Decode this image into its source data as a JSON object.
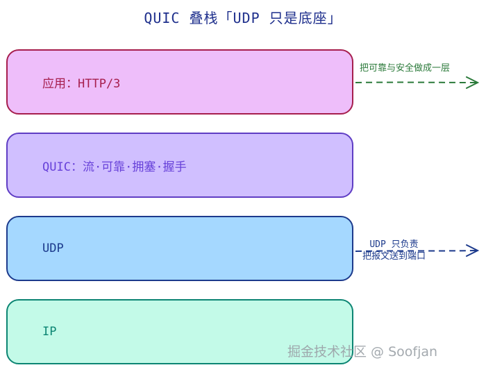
{
  "title": "QUIC 叠栈「UDP 只是底座」",
  "layers": [
    {
      "label": "应用：HTTP/3"
    },
    {
      "label": "QUIC：流·可靠·拥塞·握手"
    },
    {
      "label": "UDP"
    },
    {
      "label": "IP"
    }
  ],
  "notes": {
    "app": "把可靠与安全做成一层",
    "udp_line1": "UDP 只负责",
    "udp_line2": "把报文送到端口"
  },
  "watermark": "掘金技术社区 @ Soofjan",
  "colors": {
    "app_fill": "#eebefa",
    "app_border": "#a61e4d",
    "quic_fill": "#d0bfff",
    "quic_border": "#5f3dc4",
    "udp_fill": "#a5d8ff",
    "udp_border": "#1c3a8c",
    "ip_fill": "#c3fae8",
    "ip_border": "#0c8573",
    "app_arrow": "#2b7a3a",
    "udp_arrow": "#1c3a8c"
  }
}
